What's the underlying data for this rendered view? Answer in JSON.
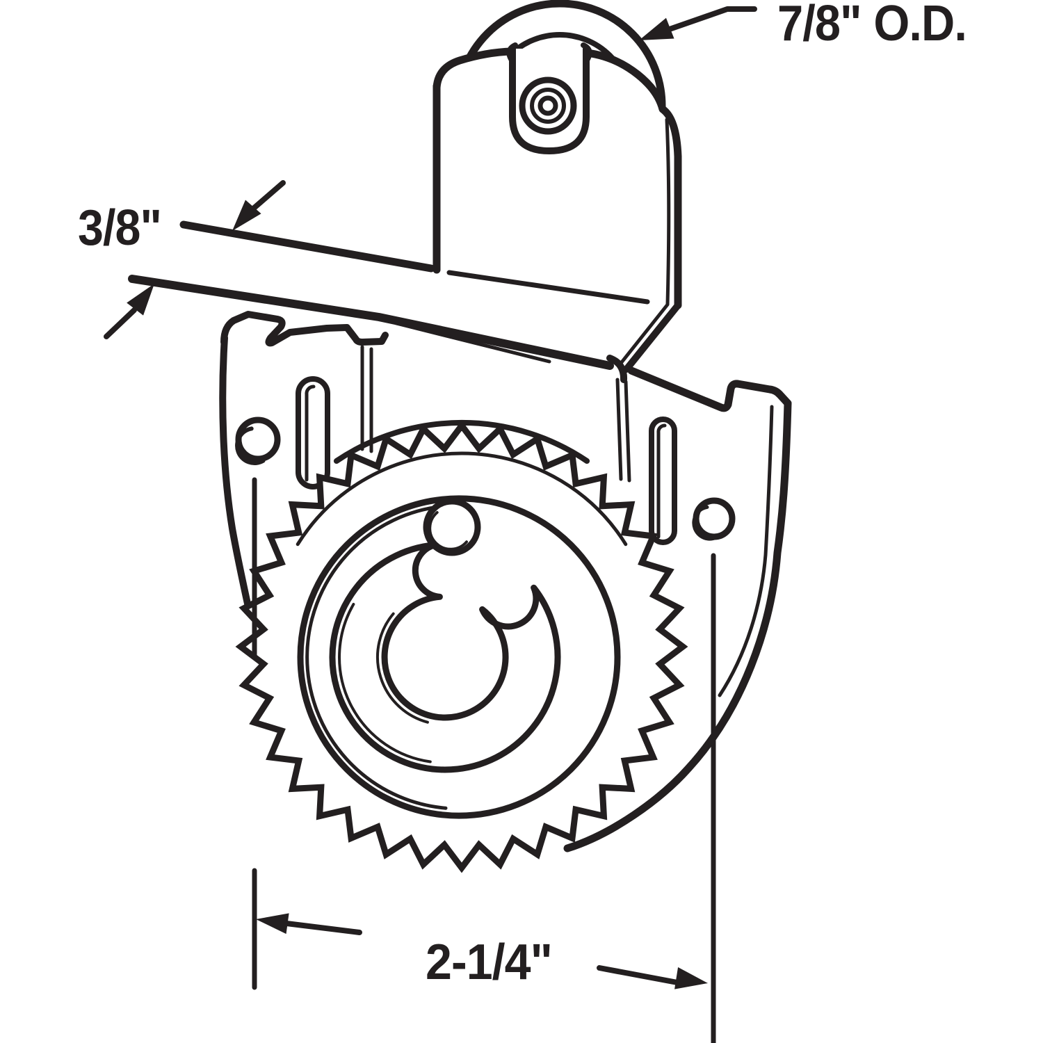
{
  "diagram": {
    "kind": "technical-line-drawing",
    "subject": "Roller and bracket assembly with knurled adjustment wheel",
    "background_color": "#ffffff",
    "ink_color": "#231f20",
    "dimensions": {
      "roller_od": {
        "label": "7/8\" O.D.",
        "measures": "roller-outer-diameter"
      },
      "bar_width": {
        "label": "3/8\"",
        "measures": "support-bar-width"
      },
      "hole_spacing": {
        "label": "2-1/4\"",
        "measures": "mounting-hole-spacing"
      }
    },
    "components": [
      "roller-wheel",
      "rivet",
      "roller-tab",
      "bracket-hood",
      "support-bar",
      "mounting-plate",
      "mounting-hole-left",
      "mounting-hole-right",
      "adjustment-slot-left",
      "adjustment-slot-right",
      "knurled-adjustment-wheel",
      "c-clip-cutout",
      "clip-pin",
      "housing-arc"
    ]
  }
}
